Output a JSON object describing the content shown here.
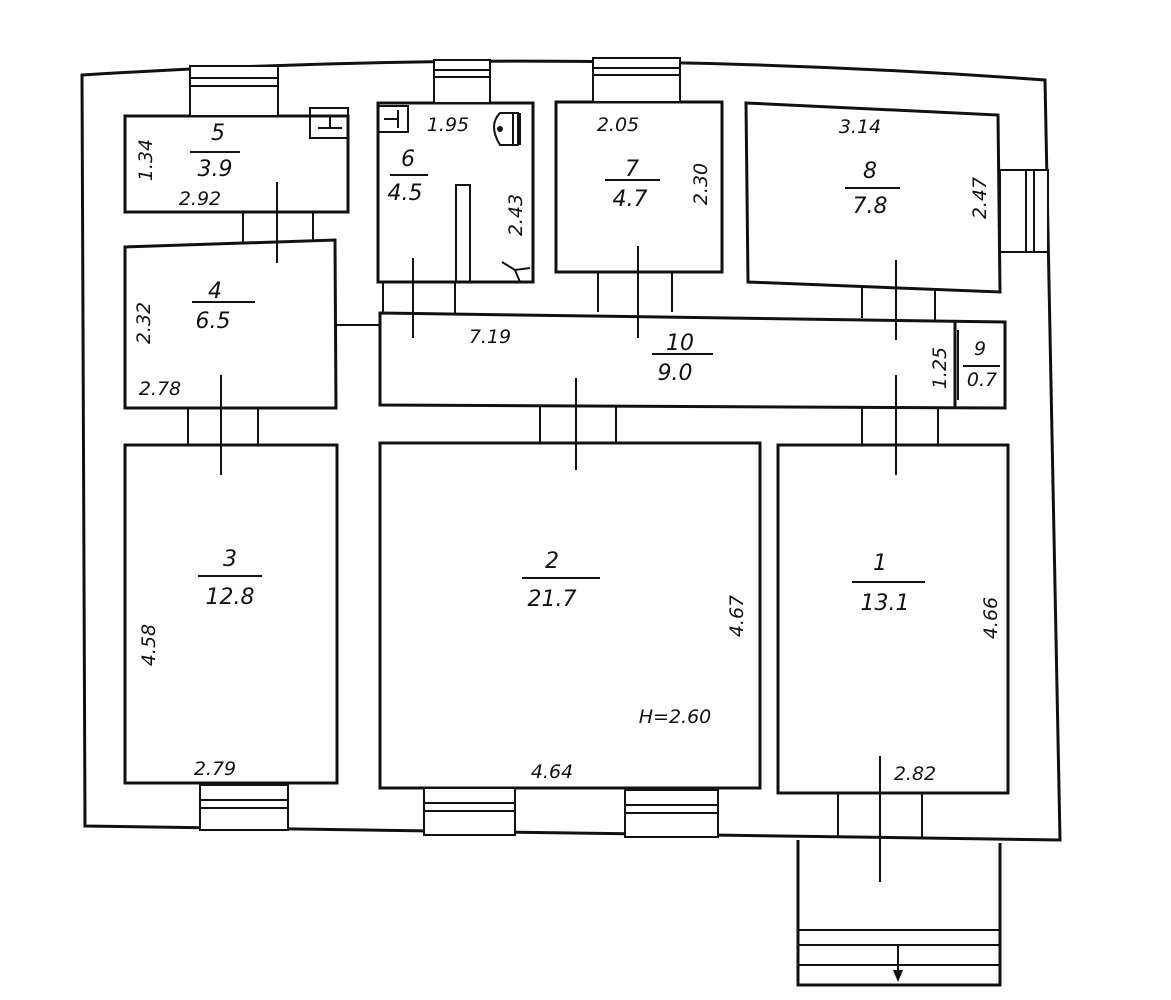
{
  "rooms": [
    {
      "number": "1",
      "area": "13.1",
      "dims": [
        "4.66",
        "2.82"
      ]
    },
    {
      "number": "2",
      "area": "21.7",
      "dims": [
        "4.67",
        "4.64"
      ],
      "height": "H=2.60"
    },
    {
      "number": "3",
      "area": "12.8",
      "dims": [
        "4.58",
        "2.79"
      ]
    },
    {
      "number": "4",
      "area": "6.5",
      "dims": [
        "2.32",
        "2.78"
      ]
    },
    {
      "number": "5",
      "area": "3.9",
      "dims": [
        "1.34",
        "2.92"
      ]
    },
    {
      "number": "6",
      "area": "4.5",
      "dims": [
        "1.95",
        "2.43"
      ]
    },
    {
      "number": "7",
      "area": "4.7",
      "dims": [
        "2.05",
        "2.30"
      ]
    },
    {
      "number": "8",
      "area": "7.8",
      "dims": [
        "3.14",
        "2.47"
      ]
    },
    {
      "number": "9",
      "area": "0.7",
      "dims": [
        "1.25"
      ]
    },
    {
      "number": "10",
      "area": "9.0",
      "dims": [
        "7.19"
      ]
    }
  ]
}
